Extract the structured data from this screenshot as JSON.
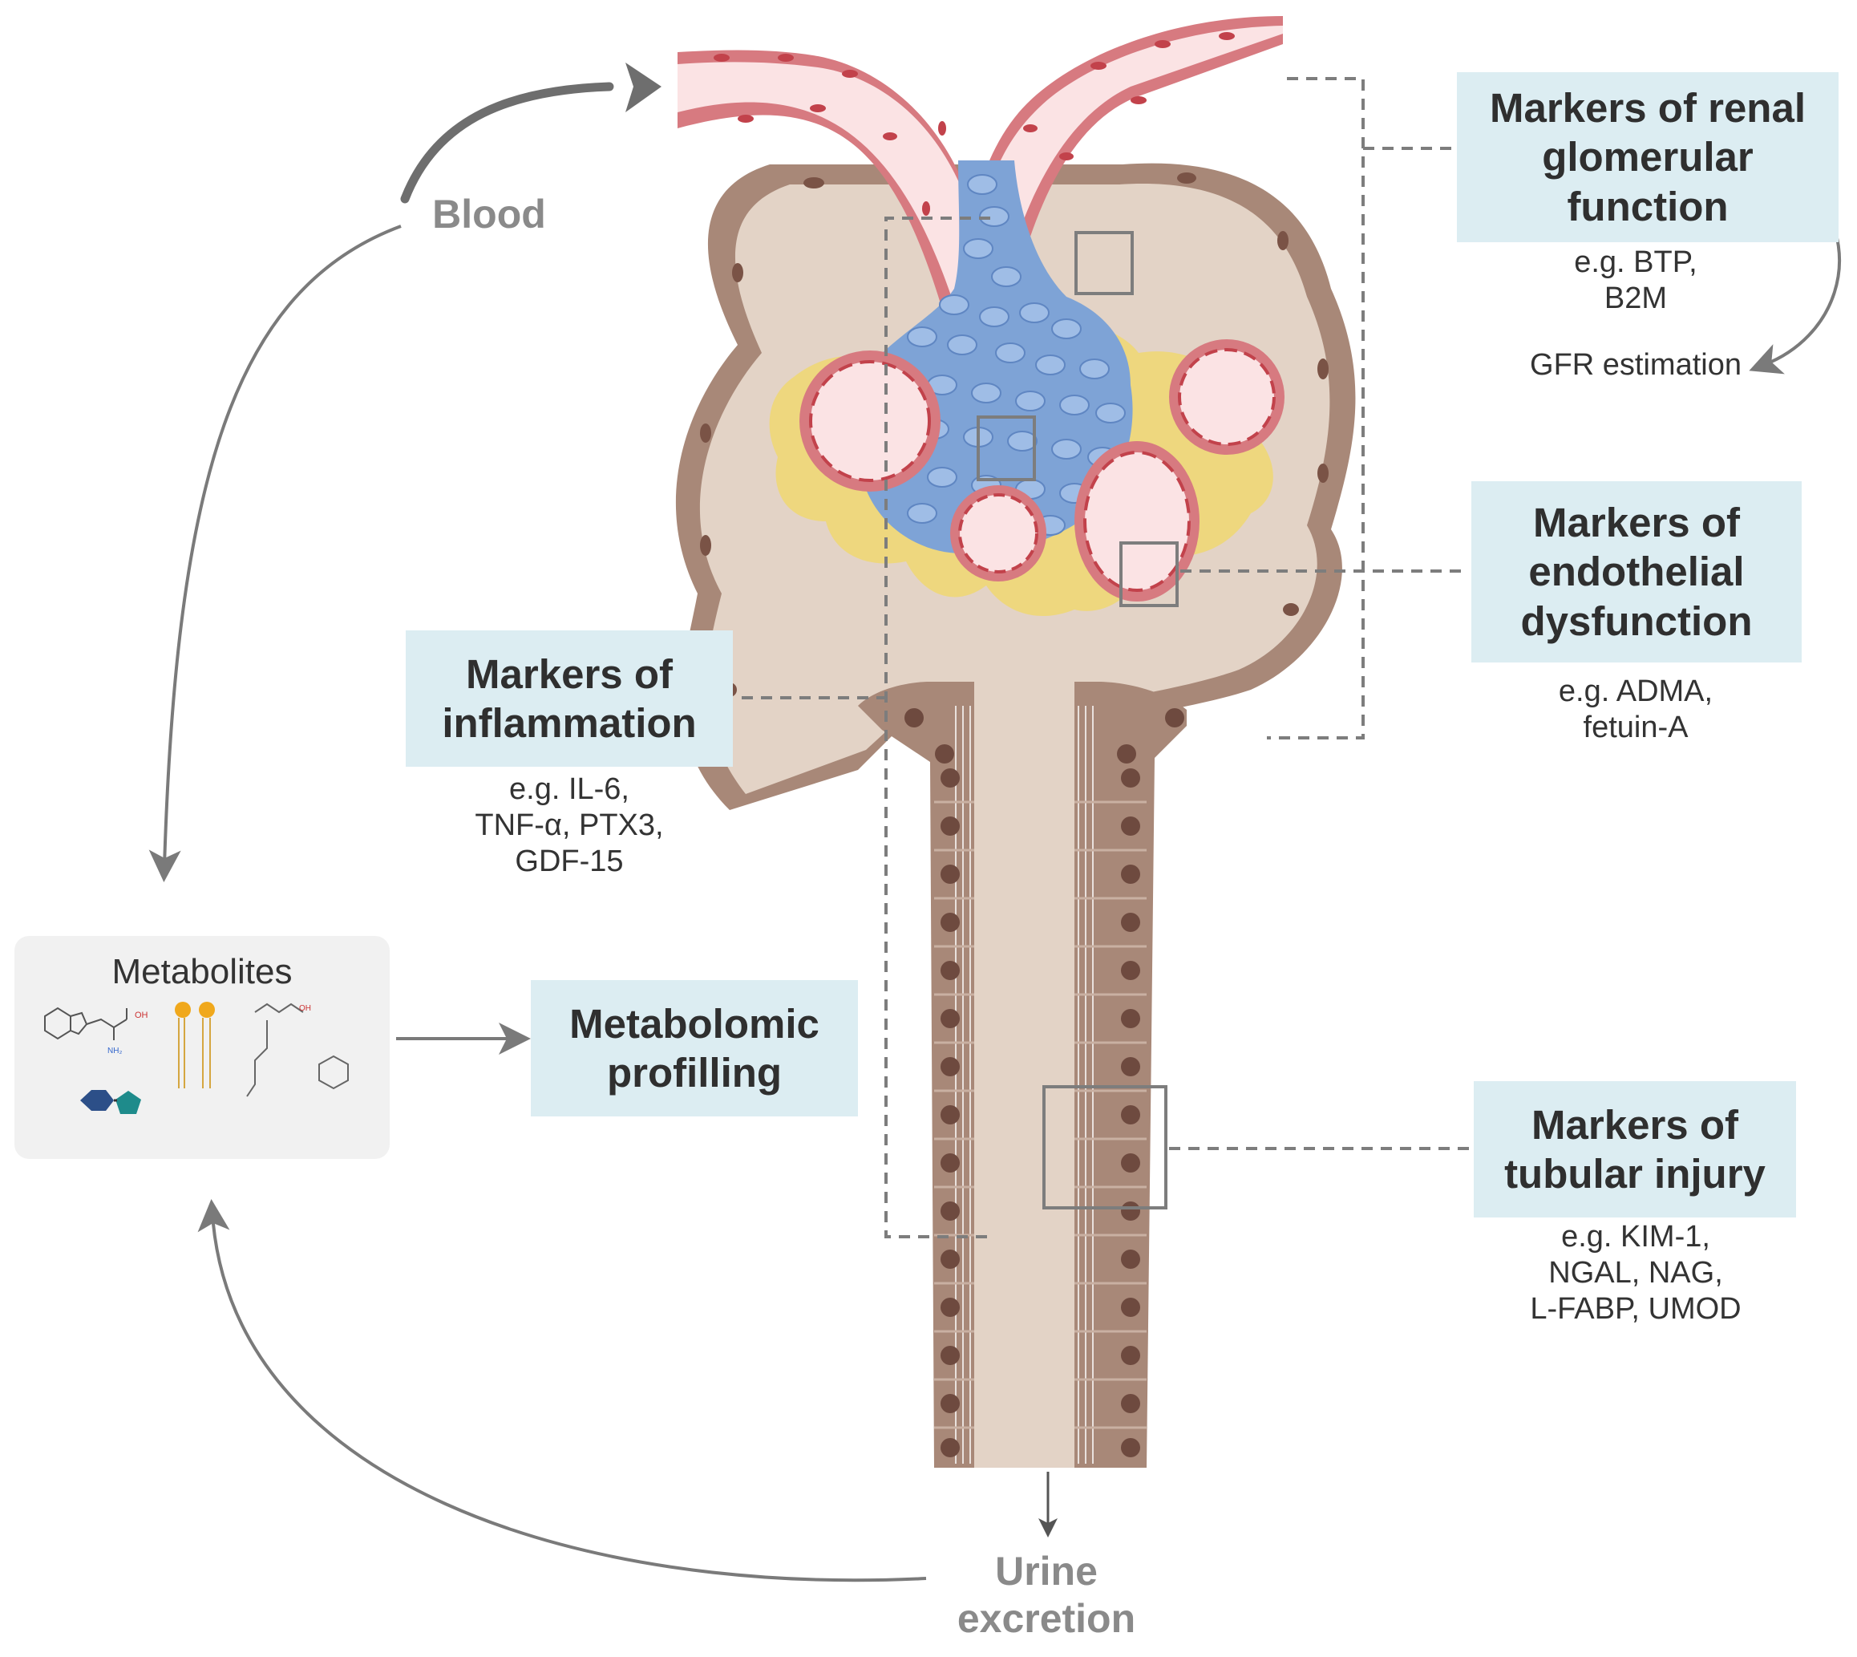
{
  "labels": {
    "blood": "Blood",
    "urine": "Urine\nexcretion",
    "metabolites": "Metabolites",
    "gfr": "GFR estimation"
  },
  "boxes": {
    "renal": {
      "title": "Markers of renal glomerular function",
      "examples": "e.g. BTP,\nB2M"
    },
    "endothelial": {
      "title": "Markers of endothelial dysfunction",
      "examples": "e.g. ADMA,\nfetuin-A"
    },
    "inflammation": {
      "title": "Markers of inflammation",
      "examples": "e.g. IL-6,\nTNF-α, PTX3,\nGDF-15"
    },
    "metabolomic": {
      "title": "Metabolomic profilling"
    },
    "tubular": {
      "title": "Markers of tubular injury",
      "examples": "e.g. KIM-1,\nNGAL, NAG,\nL-FABP, UMOD"
    }
  },
  "colors": {
    "box_fill": "#dcedf2",
    "capsule": "#a88878",
    "tissue": "#e3d3c6",
    "vessel_wall": "#d77a80",
    "vessel_lumen": "#fbe3e4",
    "mesangial": "#7ea3d6",
    "podocyte": "#eed77a",
    "arrow": "#7a7a7a"
  }
}
